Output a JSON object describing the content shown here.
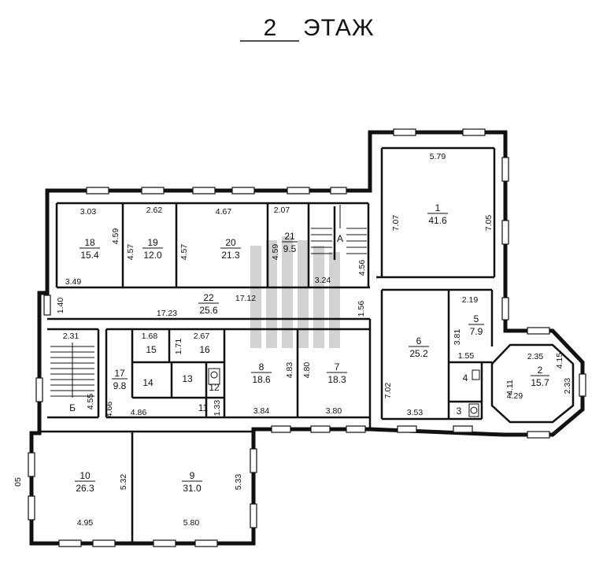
{
  "title": {
    "number": "2",
    "word": "ЭТАЖ"
  },
  "rooms": [
    {
      "id": "r1",
      "number": "1",
      "area": "41.6"
    },
    {
      "id": "r2",
      "number": "2",
      "area": "15.7"
    },
    {
      "id": "r3",
      "number": "3",
      "area": ""
    },
    {
      "id": "r4",
      "number": "4",
      "area": ""
    },
    {
      "id": "r5",
      "number": "5",
      "area": "7.9"
    },
    {
      "id": "r6",
      "number": "6",
      "area": "25.2"
    },
    {
      "id": "r7",
      "number": "7",
      "area": "18.3"
    },
    {
      "id": "r8",
      "number": "8",
      "area": "18.6"
    },
    {
      "id": "r9",
      "number": "9",
      "area": "31.0"
    },
    {
      "id": "r10",
      "number": "10",
      "area": "26.3"
    },
    {
      "id": "r11",
      "number": "11",
      "area": ""
    },
    {
      "id": "r12",
      "number": "12",
      "area": ""
    },
    {
      "id": "r13",
      "number": "13",
      "area": ""
    },
    {
      "id": "r14",
      "number": "14",
      "area": ""
    },
    {
      "id": "r15",
      "number": "15",
      "area": ""
    },
    {
      "id": "r16",
      "number": "16",
      "area": ""
    },
    {
      "id": "r17",
      "number": "17",
      "area": "9.8"
    },
    {
      "id": "r18",
      "number": "18",
      "area": "15.4"
    },
    {
      "id": "r19",
      "number": "19",
      "area": "12.0"
    },
    {
      "id": "r20",
      "number": "20",
      "area": "21.3"
    },
    {
      "id": "r21",
      "number": "21",
      "area": "9.5"
    },
    {
      "id": "r22",
      "number": "22",
      "area": "25.6"
    }
  ],
  "stair_labels": [
    "А",
    "Б"
  ],
  "dimensions": [
    "5.79",
    "7.07",
    "7.05",
    "3.03",
    "2.62",
    "4.67",
    "2.07",
    "4.59",
    "4.57",
    "4.57",
    "4.59",
    "4.56",
    "3.49",
    "3.24",
    "17.12",
    "1.40",
    "17.23",
    "1.56",
    "2.19",
    "3.81",
    "1.55",
    "2.35",
    "4.15",
    "2.33",
    "4.11",
    "4.29",
    "2.31",
    "1.68",
    "1.71",
    "2.67",
    "4.83",
    "4.80",
    "7.02",
    "4.55",
    "4.66",
    "4.86",
    "1.33",
    "3.84",
    "3.80",
    "3.53",
    "5.32",
    "5.33",
    "4.95",
    "5.80",
    "05"
  ]
}
